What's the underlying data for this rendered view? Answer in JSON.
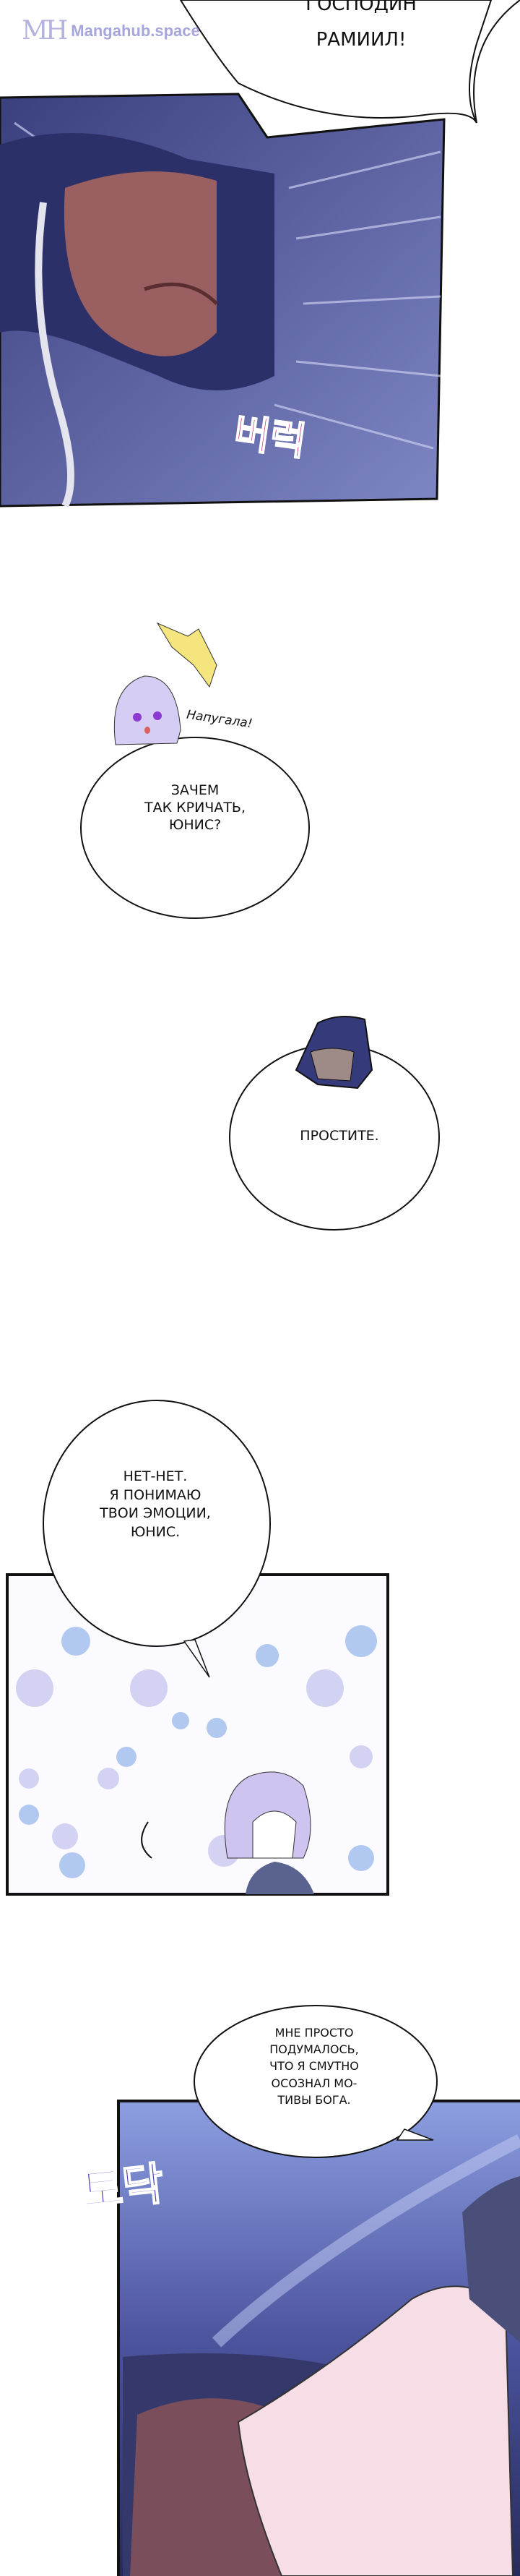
{
  "watermark": {
    "logo": "MH",
    "text": "Mangahub.space"
  },
  "panel1": {
    "speech": [
      "ГОСПОДИН",
      "РАМИИЛ!"
    ],
    "sfx": "버럭",
    "sfx_color": "#c0297a"
  },
  "panel2": {
    "aside": "Напугала!",
    "speech": [
      "ЗАЧЕМ",
      "ТАК КРИЧАТЬ,",
      "ЮНИС?"
    ]
  },
  "panel3": {
    "speech": [
      "ПРОСТИТЕ."
    ]
  },
  "panel4": {
    "speech": [
      "НЕТ-НЕТ.",
      "Я ПОНИМАЮ",
      "ТВОИ ЭМОЦИИ,",
      "ЮНИС."
    ]
  },
  "panel5": {
    "speech": [
      "МНЕ ПРОСТО",
      "ПОДУМАЛОСЬ,",
      "ЧТО Я СМУТНО",
      "ОСОЗНАЛ МО-",
      "ТИВЫ БОГА."
    ],
    "sfx": "토닥",
    "sfx_color": "#4a3bb8"
  },
  "colors": {
    "night_blue": "#2f3470",
    "lavender": "#c9c2ef",
    "hood": "#353a7a"
  }
}
